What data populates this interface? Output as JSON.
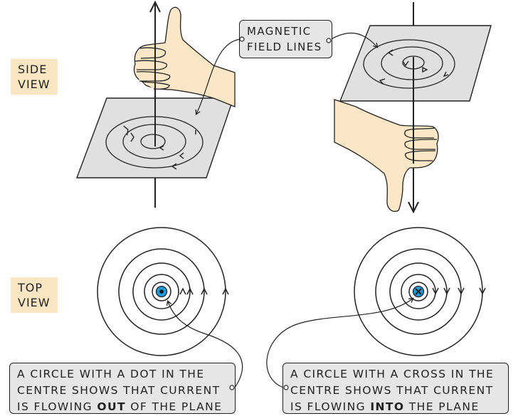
{
  "labels": {
    "side_view": [
      "SIDE",
      "VIEW"
    ],
    "top_view": [
      "TOP",
      "VIEW"
    ]
  },
  "field_lines_callout": [
    "MAGNETIC",
    "FIELD LINES"
  ],
  "out_caption": {
    "line1": "A CIRCLE WITH A DOT  IN THE",
    "line2": "CENTRE SHOWS THAT CURRENT",
    "line3_pre": "IS FLOWING ",
    "line3_bold": "OUT",
    "line3_post": " OF THE PLANE"
  },
  "in_caption": {
    "line1": "A CIRCLE WITH A CROSS IN THE",
    "line2": "CENTRE SHOWS THAT CURRENT",
    "line3_pre": "IS FLOWING ",
    "line3_bold": "INTO",
    "line3_post": " THE PLANE"
  },
  "colors": {
    "label_bg": "#fbe6c3",
    "skin": "#fbe7c6",
    "plane": "#e0e0e0",
    "conductor": "#1e9bd7",
    "caption_bg": "#e6e6e6"
  },
  "icons": [
    "right-hand-thumb-up",
    "right-hand-thumb-down",
    "dot-out-of-plane",
    "cross-into-plane"
  ]
}
